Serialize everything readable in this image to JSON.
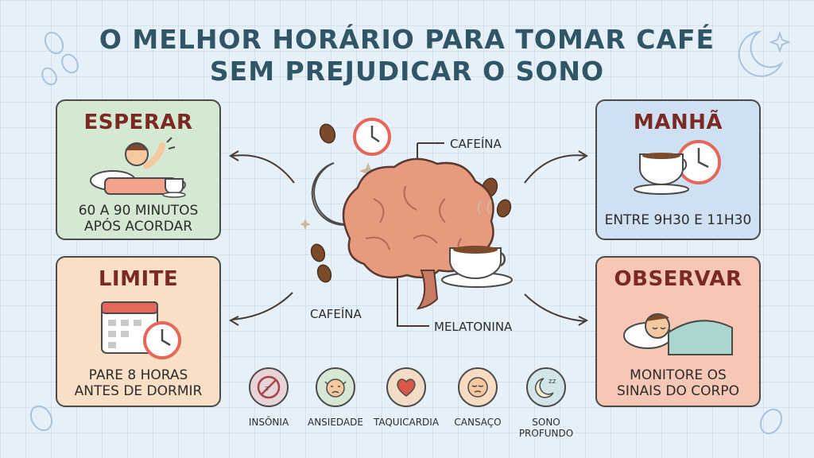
{
  "title": {
    "line1": "O MELHOR HORÁRIO PARA TOMAR CAFÉ",
    "line2": "SEM PREJUDICAR O SONO"
  },
  "cards": {
    "esperar": {
      "heading": "ESPERAR",
      "text1": "60 A 90 MINUTOS",
      "text2": "APÓS ACORDAR"
    },
    "limite": {
      "heading": "LIMITE",
      "text1": "PARE 8 HORAS",
      "text2": "ANTES DE DORMIR"
    },
    "manha": {
      "heading": "MANHÃ",
      "text1": "ENTRE 9H30 E 11H30"
    },
    "observar": {
      "heading": "OBSERVAR",
      "text1": "MONITORE OS",
      "text2": "SINAIS DO CORPO"
    }
  },
  "center": {
    "label_cafeina_top": "CAFEÍNA",
    "label_cafeina_bottom": "CAFEÍNA",
    "label_melatonina": "MELATONINA"
  },
  "symptoms": [
    {
      "label": "INSÔNIA",
      "icon": "no-sleep-icon"
    },
    {
      "label": "ANSIEDADE",
      "icon": "anxious-face-icon"
    },
    {
      "label": "TAQUICARDIA",
      "icon": "heart-icon"
    },
    {
      "label": "CANSAÇO",
      "icon": "tired-face-icon"
    },
    {
      "label": "SONO",
      "label2": "PROFUNDO",
      "icon": "moon-zzz-icon"
    }
  ],
  "colors": {
    "card_green": "#d4e8d2",
    "card_orange": "#f8dfc6",
    "card_blue": "#cfe0f2",
    "card_red": "#f7c7b6",
    "title": "#2f5566"
  }
}
